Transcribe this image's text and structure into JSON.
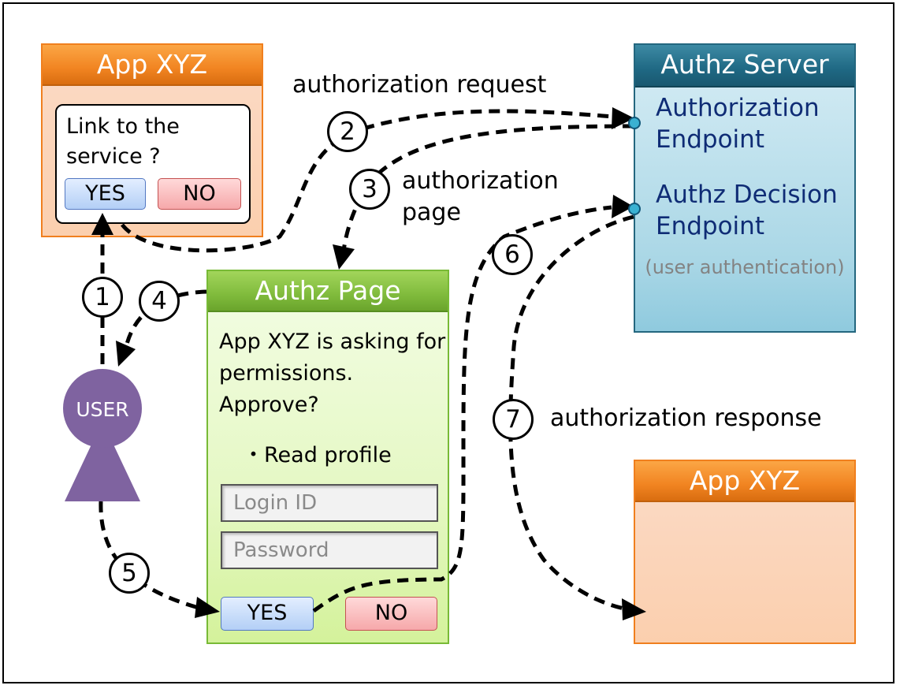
{
  "app_top": {
    "title": "App XYZ",
    "dialog_text": "Link to the service ?",
    "yes_label": "YES",
    "no_label": "NO"
  },
  "server": {
    "title": "Authz Server",
    "auth_endpoint": "Authorization Endpoint",
    "decision_endpoint": "Authz Decision Endpoint",
    "note": "(user authentication)"
  },
  "authz_page": {
    "title": "Authz Page",
    "text": "App XYZ is asking for permissions. Approve?",
    "permission": "・Read profile",
    "login_placeholder": "Login ID",
    "password_placeholder": "Password",
    "yes_label": "YES",
    "no_label": "NO"
  },
  "app_bottom": {
    "title": "App XYZ"
  },
  "user": {
    "label": "USER"
  },
  "steps": [
    "1",
    "2",
    "3",
    "4",
    "5",
    "6",
    "7"
  ],
  "labels": {
    "request": "authorization request",
    "page": "authorization page",
    "response": "authorization response"
  },
  "colors": {
    "app_orange": "#f18421",
    "server_teal": "#1f6883",
    "page_green": "#80bb3c",
    "user_purple": "#7f63a0"
  }
}
